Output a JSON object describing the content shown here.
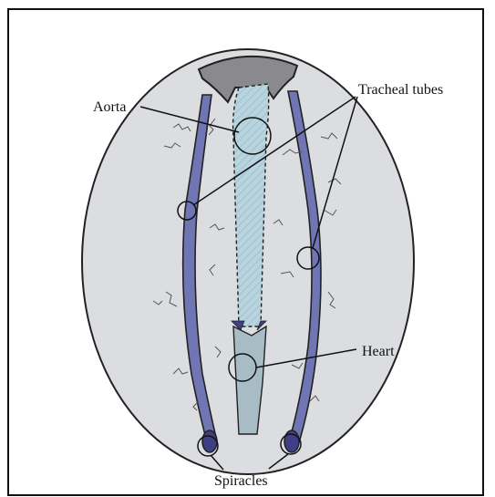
{
  "labels": {
    "aorta": "Aorta",
    "tracheal": "Tracheal tubes",
    "heart": "Heart",
    "spiracles": "Spiracles"
  },
  "colors": {
    "body_fill": "#dcdde1",
    "head_fill": "#8a8a8e",
    "tube_fill": "#6f76b3",
    "tube_dark": "#3f3f86",
    "aorta_fill": "#b8d4de",
    "heart_fill": "#a7bcc4",
    "outline": "#222222"
  }
}
